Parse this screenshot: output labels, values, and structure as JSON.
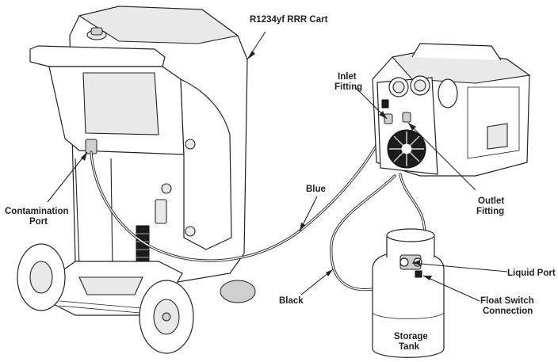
{
  "labels": {
    "cart": "R1234yf RRR Cart",
    "inlet_line1": "Inlet",
    "inlet_line2": "Fitting",
    "outlet_line1": "Outlet",
    "outlet_line2": "Fitting",
    "contamination_line1": "Contamination",
    "contamination_line2": "Port",
    "blue": "Blue",
    "black": "Black",
    "liquid_port": "Liquid Port",
    "float_line1": "Float Switch",
    "float_line2": "Connection",
    "tank_line1": "Storage",
    "tank_line2": "Tank"
  }
}
